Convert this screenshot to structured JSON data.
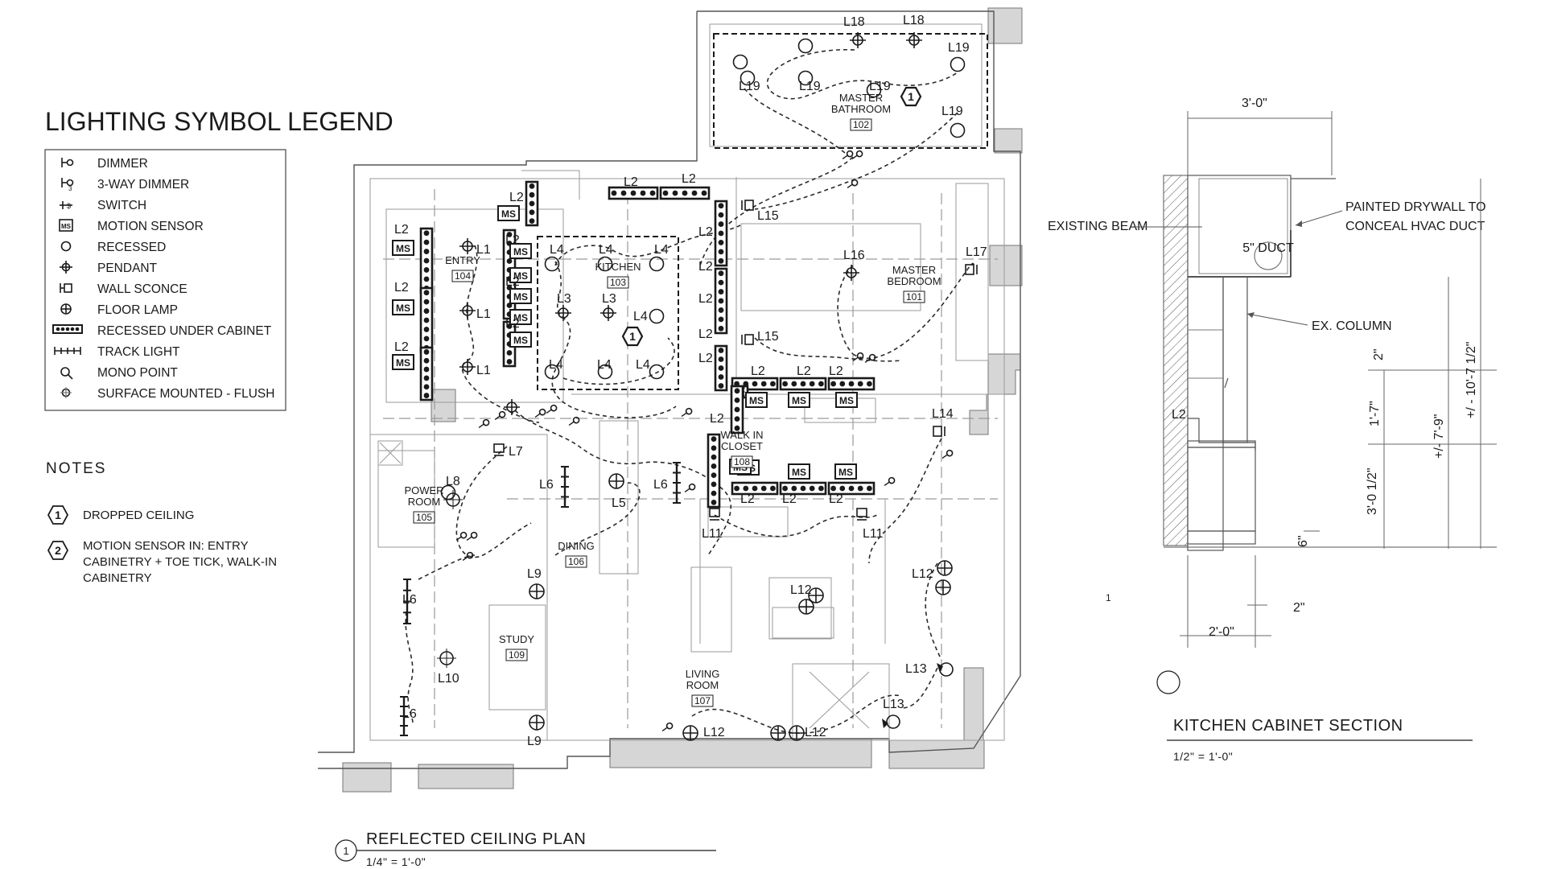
{
  "legend": {
    "title": "LIGHTING SYMBOL LEGEND",
    "items": [
      {
        "icon": "dimmer-icon",
        "label": "DIMMER"
      },
      {
        "icon": "three-way-dimmer-icon",
        "label": "3-WAY DIMMER"
      },
      {
        "icon": "switch-icon",
        "label": "SWITCH"
      },
      {
        "icon": "motion-sensor-icon",
        "label": "MOTION SENSOR",
        "icon_text": "MS"
      },
      {
        "icon": "recessed-icon",
        "label": "RECESSED"
      },
      {
        "icon": "pendant-icon",
        "label": "PENDANT"
      },
      {
        "icon": "wall-sconce-icon",
        "label": "WALL SCONCE"
      },
      {
        "icon": "floor-lamp-icon",
        "label": "FLOOR LAMP"
      },
      {
        "icon": "recessed-under-cabinet-icon",
        "label": "RECESSED UNDER CABINET"
      },
      {
        "icon": "track-light-icon",
        "label": "TRACK LIGHT"
      },
      {
        "icon": "mono-point-icon",
        "label": "MONO POINT"
      },
      {
        "icon": "surface-mounted-flush-icon",
        "label": "SURFACE MOUNTED - FLUSH"
      }
    ]
  },
  "notes": {
    "title": "NOTES",
    "items": [
      {
        "number": "1",
        "text": "DROPPED CEILING"
      },
      {
        "number": "2",
        "text": "MOTION SENSOR IN:  ENTRY\nCABINETRY + TOE TICK, WALK-IN\nCABINETRY"
      }
    ]
  },
  "rooms": [
    {
      "name": "ENTRY",
      "number": "104"
    },
    {
      "name": "KITCHEN",
      "number": "103"
    },
    {
      "name": "MASTER\nBATHROOM",
      "number": "102"
    },
    {
      "name": "MASTER\nBEDROOM",
      "number": "101"
    },
    {
      "name": "WALK IN\nCLOSET",
      "number": "108"
    },
    {
      "name": "POWER\nROOM",
      "number": "105"
    },
    {
      "name": "DINING",
      "number": "106"
    },
    {
      "name": "STUDY",
      "number": "109"
    },
    {
      "name": "LIVING\nROOM",
      "number": "107"
    }
  ],
  "fixture_tags": [
    "L1",
    "L2",
    "L3",
    "L4",
    "L5",
    "L6",
    "L7",
    "L8",
    "L9",
    "L10",
    "L11",
    "L12",
    "L13",
    "L14",
    "L15",
    "L16",
    "L17",
    "L18",
    "L19"
  ],
  "motion_sensor_label": "MS",
  "drawing_title": {
    "number": "1",
    "title": "REFLECTED CEILING PLAN",
    "scale": "1/4\" = 1'-0\""
  },
  "section": {
    "title": "KITCHEN CABINET SECTION",
    "scale": "1/2\" = 1'-0\"",
    "stray_number": "1",
    "annotations": {
      "existing_beam": "EXISTING BEAM",
      "drywall_line1": "PAINTED DRYWALL TO",
      "drywall_line2": "CONCEAL HVAC DUCT",
      "column": "EX. COLUMN",
      "duct": "5\" DUCT",
      "tag": "L2"
    },
    "dimensions": {
      "top_width": "3'-0\"",
      "base_width": "2'-0\"",
      "inset_bottom": "2\"",
      "inset_mid": "2\"",
      "d_1_7": "1'-7\"",
      "d_3_0_half": "3'-0 1/2\"",
      "d_6": "6\"",
      "d_7_9": "+/- 7'-9\"",
      "d_10_7_half": "+/ - 10'-7 1/2\""
    }
  }
}
